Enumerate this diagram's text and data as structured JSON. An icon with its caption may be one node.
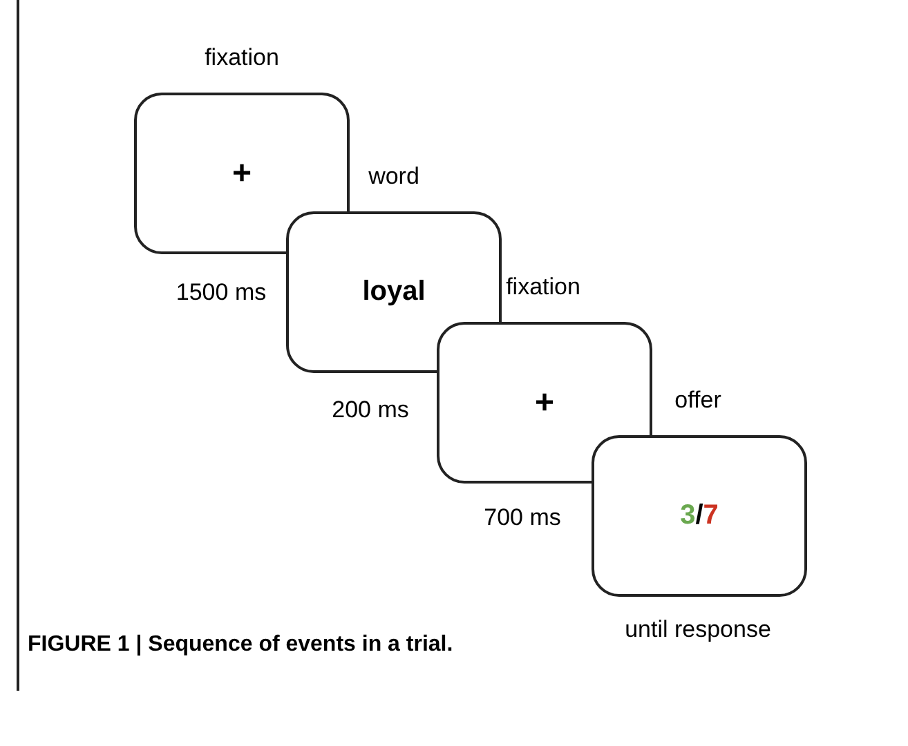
{
  "diagram": {
    "caption": "FIGURE 1 | Sequence of events in a trial.",
    "nodes": [
      {
        "text": [
          "fixation",
          "+"
        ],
        "beside": [
          "1500 ms"
        ]
      },
      {
        "text": [
          "word",
          "loyal"
        ],
        "beside": [
          "200 ms"
        ]
      },
      {
        "text": [
          "fixation",
          "+"
        ],
        "beside": [
          "700 ms"
        ]
      },
      {
        "text": [
          "offer",
          "3/7"
        ],
        "beside": [
          "until response"
        ]
      }
    ]
  }
}
